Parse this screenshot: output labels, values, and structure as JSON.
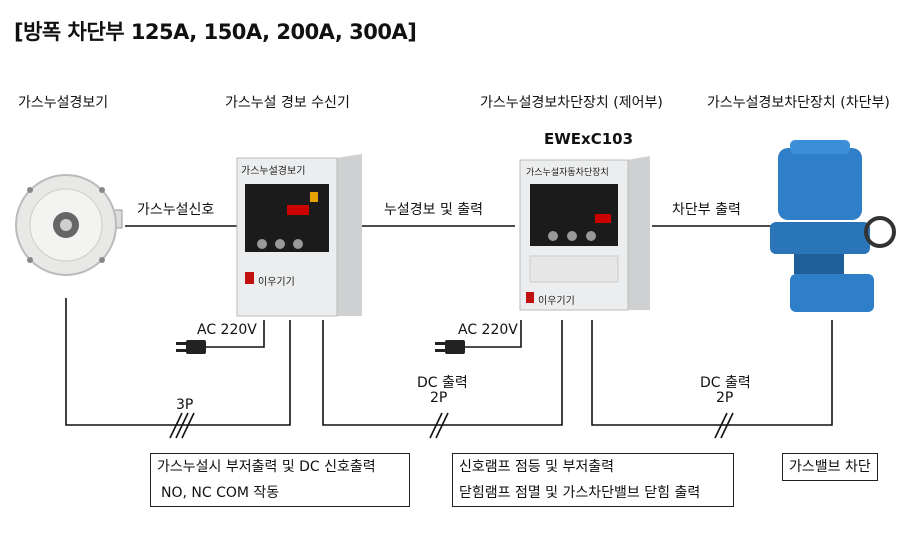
{
  "title": "[방폭 차단부 125A, 150A, 200A, 300A]",
  "devices": {
    "detector": "가스누설경보기",
    "receiver": "가스누설 경보 수신기",
    "controller": "가스누설경보차단장치 (제어부)",
    "actuator": "가스누설경보차단장치 (차단부)",
    "model": "EWExC103"
  },
  "connections": {
    "signal": "가스누설신호",
    "alarm_output": "누설경보 및 출력",
    "breaker_output": "차단부 출력",
    "ac_left": "AC 220V",
    "ac_right": "AC 220V",
    "wire_left": "3P",
    "dc_mid_1": "DC 출력",
    "dc_mid_2": "2P",
    "dc_right_1": "DC 출력",
    "dc_right_2": "2P"
  },
  "panels": {
    "receiver_title": "가스누설경보기",
    "receiver_brand": "이우기기",
    "controller_title": "가스누설자동차단장치",
    "controller_brand": "이우기기"
  },
  "notes": {
    "left_1": "가스누설시 부저출력 및 DC 신호출력",
    "left_2": "NO, NC COM 작동",
    "mid_1": "신호램프 점등 및 부저출력",
    "mid_2": "닫힘램프 점멸 및 가스차단밸브 닫힘 출력",
    "right_1": "가스밸브 차단"
  }
}
